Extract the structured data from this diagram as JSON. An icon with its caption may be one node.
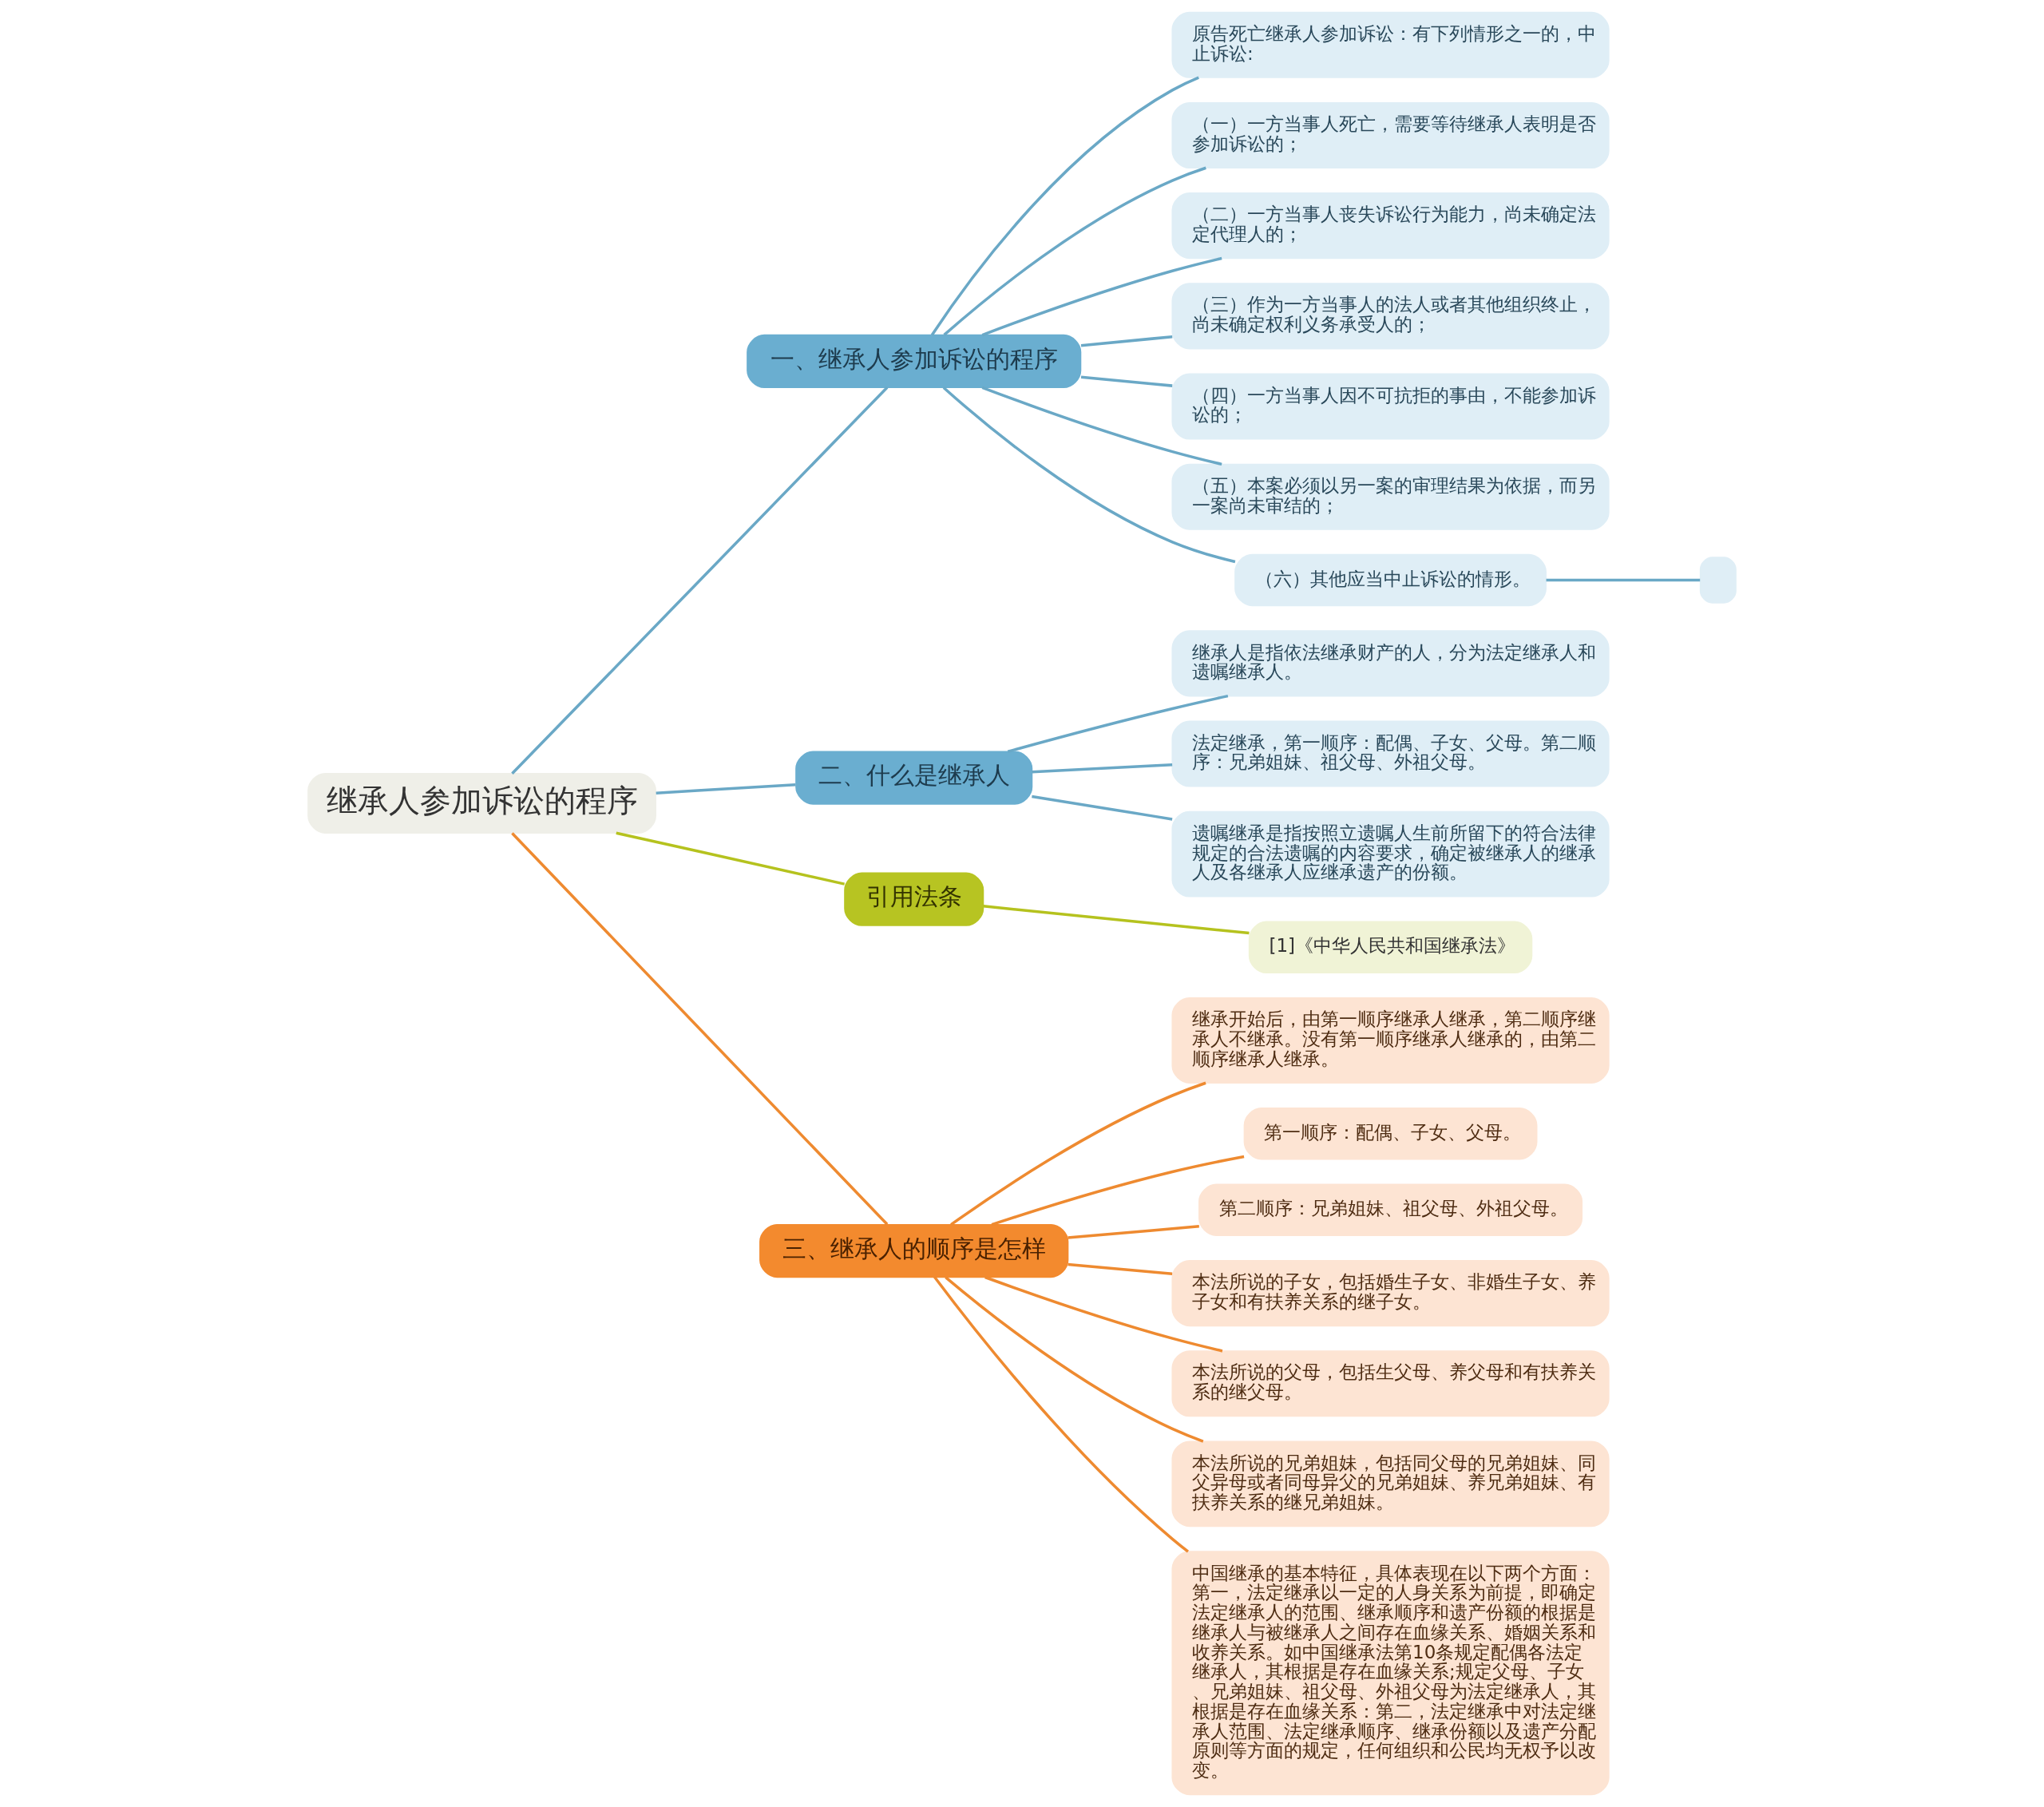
{
  "diagram": {
    "nodes": [
      {
        "text": [
          "继承人参加诉讼的程序"
        ]
      },
      {
        "text": [
          "一、继承人参加诉讼的程序"
        ]
      },
      {
        "text": [
          "原告死亡继承人参加诉讼：有下列情形之一的，中止诉讼:"
        ]
      },
      {
        "text": [
          "（一）一方当事人死亡，需要等待继承人表明是否参加诉讼的；"
        ]
      },
      {
        "text": [
          "（二）一方当事人丧失诉讼行为能力，尚未确定法定代理人的；"
        ]
      },
      {
        "text": [
          "（三）作为一方当事人的法人或者其他组织终止，尚未确定权利义务承受人的；"
        ]
      },
      {
        "text": [
          "（四）一方当事人因不可抗拒的事由，不能参加诉讼的；"
        ]
      },
      {
        "text": [
          "（五）本案必须以另一案的审理结果为依据，而另一案尚未审结的；"
        ]
      },
      {
        "text": [
          "（六）其他应当中止诉讼的情形。"
        ]
      },
      {
        "text": [],
        "shape": "box"
      },
      {
        "text": [
          "二、什么是继承人"
        ]
      },
      {
        "text": [
          "继承人是指依法继承财产的人，分为法定继承人和遗嘱继承人。"
        ]
      },
      {
        "text": [
          "法定继承，第一顺序：配偶、子女、父母。第二顺序：兄弟姐妹、祖父母、外祖父母。"
        ]
      },
      {
        "text": [
          "遗嘱继承是指按照立遗嘱人生前所留下的符合法律规定的合法遗嘱的内容要求，确定被继承人的继承人及各继承人应继承遗产的份额。"
        ]
      },
      {
        "text": [
          "引用法条"
        ]
      },
      {
        "text": [
          "[1]《中华人民共和国继承法》"
        ]
      },
      {
        "text": [
          "三、继承人的顺序是怎样"
        ]
      },
      {
        "text": [
          "继承开始后，由第一顺序继承人继承，第二顺序继承人不继承。没有第一顺序继承人继承的，由第二顺序继承人继承。"
        ]
      },
      {
        "text": [
          "第一顺序：配偶、子女、父母。"
        ]
      },
      {
        "text": [
          "第二顺序：兄弟姐妹、祖父母、外祖父母。"
        ]
      },
      {
        "text": [
          "本法所说的子女，包括婚生子女、非婚生子女、养子女和有扶养关系的继子女。"
        ]
      },
      {
        "text": [
          "本法所说的父母，包括生父母、养父母和有扶养关系的继父母。"
        ]
      },
      {
        "text": [
          "本法所说的兄弟姐妹，包括同父母的兄弟姐妹、同父异母或者同母异父的兄弟姐妹、养兄弟姐妹、有扶养关系的继兄弟姐妹。"
        ]
      },
      {
        "text": [
          "中国继承的基本特征，具体表现在以下两个方面：第一，法定继承以一定的人身关系为前提，即确定法定继承人的范围、继承顺序和遗产份额的根据是继承人与被继承人之间存在血缘关系、婚姻关系和收养关系。如中国继承法第10条规定配偶各法定继承人，其根据是存在血缘关系;规定父母、子女、兄弟姐妹、祖父母、外祖父母为法定继承人，其根据是存在血缘关系：第二，法定继承中对法定继承人范围、法定继承顺序、继承份额以及遗产分配原则等方面的规定，任何组织和公民均无权予以改变。"
        ]
      }
    ],
    "edges": [
      {
        "from": 0,
        "to": 1,
        "arrow": "none"
      },
      {
        "from": 1,
        "to": 2,
        "arrow": "none"
      },
      {
        "from": 1,
        "to": 3,
        "arrow": "none"
      },
      {
        "from": 1,
        "to": 4,
        "arrow": "none"
      },
      {
        "from": 1,
        "to": 5,
        "arrow": "none"
      },
      {
        "from": 1,
        "to": 6,
        "arrow": "none"
      },
      {
        "from": 1,
        "to": 7,
        "arrow": "none"
      },
      {
        "from": 1,
        "to": 8,
        "arrow": "none"
      },
      {
        "from": 8,
        "to": 9,
        "arrow": "none"
      },
      {
        "from": 0,
        "to": 10,
        "arrow": "none"
      },
      {
        "from": 10,
        "to": 11,
        "arrow": "none"
      },
      {
        "from": 10,
        "to": 12,
        "arrow": "none"
      },
      {
        "from": 10,
        "to": 13,
        "arrow": "none"
      },
      {
        "from": 0,
        "to": 14,
        "arrow": "none",
        "color": "#b5c21e"
      },
      {
        "from": 14,
        "to": 15,
        "arrow": "none",
        "color": "#b5c21e"
      },
      {
        "from": 0,
        "to": 16,
        "arrow": "none",
        "color": "#ee8a30"
      },
      {
        "from": 16,
        "to": 17,
        "arrow": "none",
        "color": "#ee8a30"
      },
      {
        "from": 16,
        "to": 18,
        "arrow": "none",
        "color": "#ee8a30"
      },
      {
        "from": 16,
        "to": 19,
        "arrow": "none",
        "color": "#ee8a30"
      },
      {
        "from": 16,
        "to": 20,
        "arrow": "none",
        "color": "#ee8a30"
      },
      {
        "from": 16,
        "to": 21,
        "arrow": "none",
        "color": "#ee8a30"
      },
      {
        "from": 16,
        "to": 22,
        "arrow": "none",
        "color": "#ee8a30"
      },
      {
        "from": 16,
        "to": 23,
        "arrow": "none",
        "color": "#ee8a30"
      }
    ]
  }
}
